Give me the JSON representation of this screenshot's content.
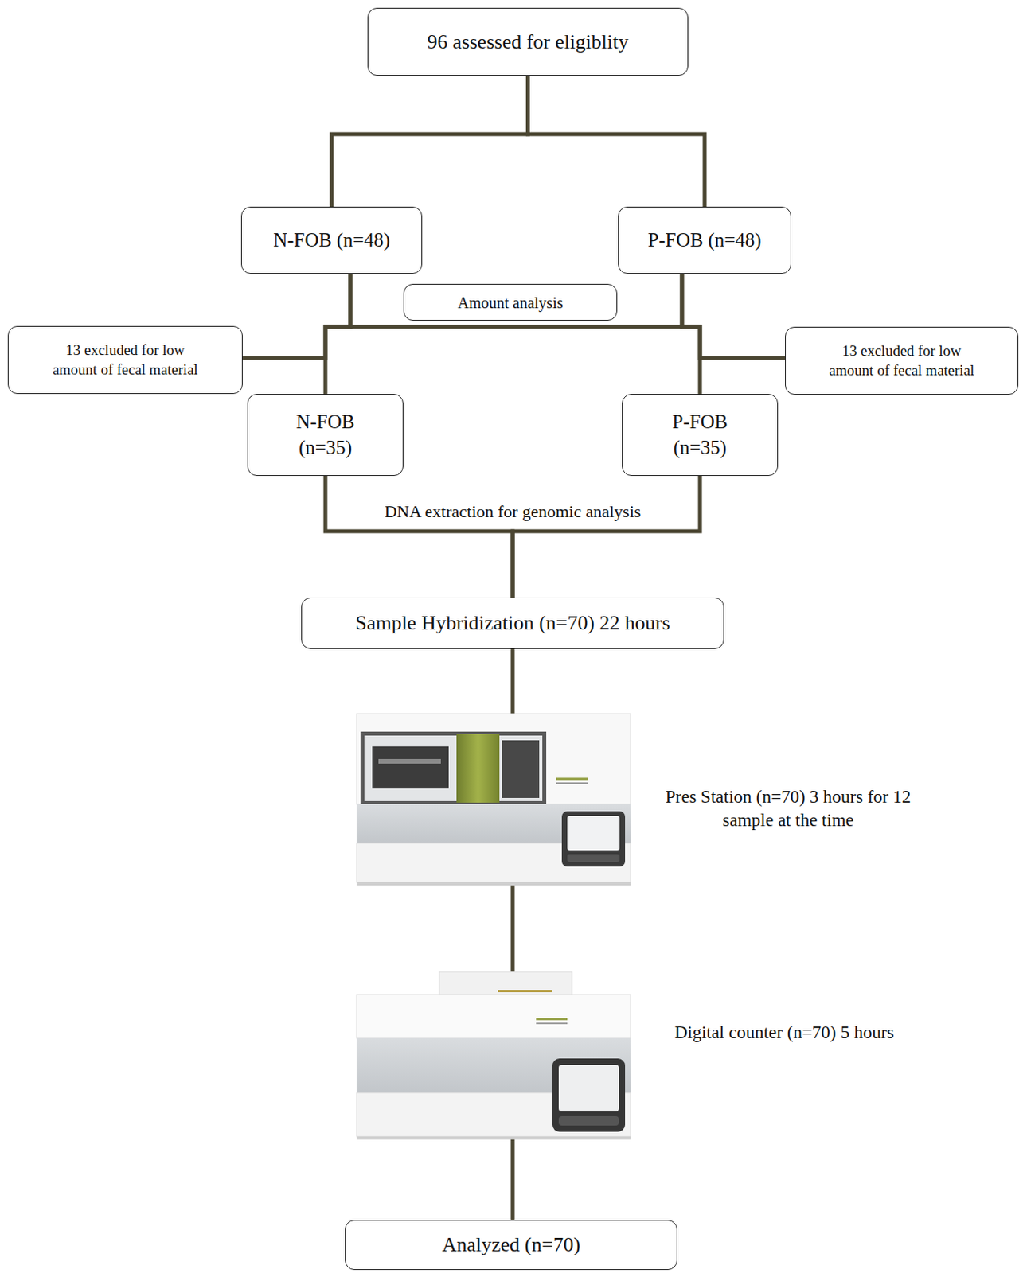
{
  "diagram": {
    "nodes": [
      {
        "text": [
          "96 assessed for eligiblity"
        ]
      },
      {
        "text": [
          "N-FOB (n=48)"
        ]
      },
      {
        "text": [
          "P-FOB (n=48)"
        ]
      },
      {
        "text": [
          "Amount analysis"
        ]
      },
      {
        "text": [
          "13 excluded for low amount of fecal material"
        ]
      },
      {
        "text": [
          "N-FOB (n=35)"
        ]
      },
      {
        "text": [
          "13 excluded for low amount of fecal material"
        ]
      },
      {
        "text": [
          "P-FOB (n=35)"
        ]
      },
      {
        "text": [
          "Sample Hybridization (n=70) 22 hours"
        ]
      },
      {
        "text": [
          "Pres Station (n=70) 3 hours for 12 sample at the time"
        ]
      },
      {
        "text": [
          "Digital counter (n=70) 5 hours"
        ]
      },
      {
        "text": [
          "Analyzed (n=70)"
        ]
      }
    ],
    "edges": [
      {
        "from": 0,
        "to": 1,
        "arrow": "none"
      },
      {
        "from": 0,
        "to": 2,
        "arrow": "none"
      },
      {
        "from": 1,
        "to": 5,
        "arrow": "none"
      },
      {
        "from": 2,
        "to": 7,
        "arrow": "none"
      },
      {
        "from": 1,
        "to": 4,
        "arrow": "none"
      },
      {
        "from": 2,
        "to": 6,
        "arrow": "none"
      },
      {
        "from": 5,
        "to": 8,
        "arrow": "none"
      },
      {
        "from": 7,
        "to": 8,
        "arrow": "none"
      },
      {
        "from": 8,
        "to": 9,
        "arrow": "none"
      },
      {
        "from": 9,
        "to": 10,
        "arrow": "none"
      },
      {
        "from": 10,
        "to": 11,
        "arrow": "none"
      }
    ],
    "labels": [
      "DNA extraction for genomic analysis"
    ]
  }
}
